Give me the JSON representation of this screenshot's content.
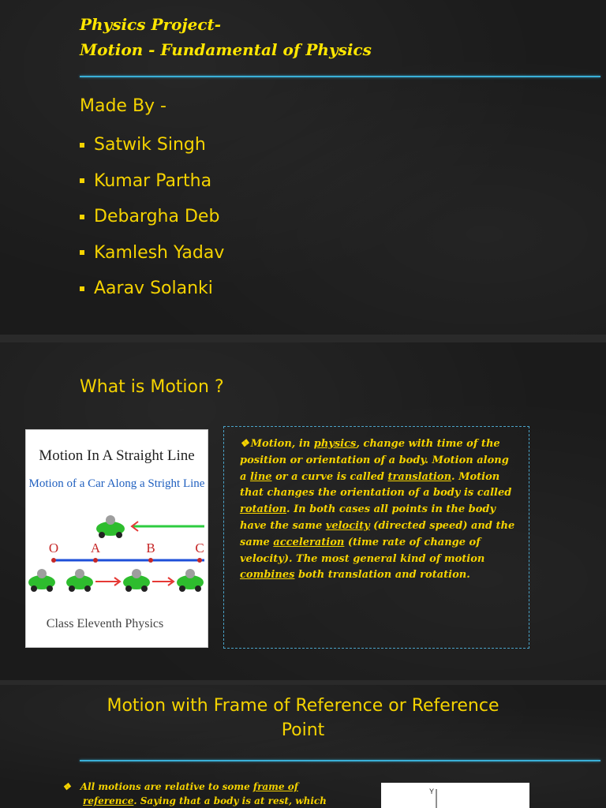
{
  "slide1": {
    "title_line1": "Physics Project-",
    "title_line2": "Motion - Fundamental of Physics",
    "made_by": "Made By -",
    "members": [
      "Satwik Singh",
      "Kumar Partha",
      "Debargha Deb",
      "Kamlesh Yadav",
      "Aarav Solanki"
    ]
  },
  "slide2": {
    "heading": "What is Motion ?",
    "figure": {
      "title": "Motion In A Straight Line",
      "subtitle": "Motion of a Car Along a Stright Line",
      "points": [
        "O",
        "A",
        "B",
        "C"
      ],
      "caption": "Class Eleventh Physics"
    },
    "body": {
      "p1": "Motion, in ",
      "link_physics": "physics",
      "p2": ", change with time of the position or orientation of a body. Motion along a ",
      "link_line": "line",
      "p3": " or a curve is called ",
      "link_translation": "translation",
      "p4": ". Motion that changes the orientation of a body is called ",
      "link_rotation": "rotation",
      "p5": ". In both cases all points in the body have the same ",
      "link_velocity": "velocity",
      "p6": " (directed speed) and the same ",
      "link_acceleration": "acceleration",
      "p7": " (time rate of change of velocity). The most general kind of motion ",
      "link_combines": "combines",
      "p8": " both translation and rotation."
    }
  },
  "slide3": {
    "heading_line1": "Motion with Frame of Reference or Reference",
    "heading_line2": "Point",
    "body": {
      "p1": "All motions are relative to some ",
      "link_frame": "frame of reference",
      "p2": ". Saying that a body is at rest, which"
    },
    "graph_label": "Y"
  },
  "colors": {
    "accent_yellow": "#f5d300",
    "rule_blue": "#3ab0d8",
    "green_line": "#2ecc40",
    "blue_line": "#1e4fd8"
  }
}
